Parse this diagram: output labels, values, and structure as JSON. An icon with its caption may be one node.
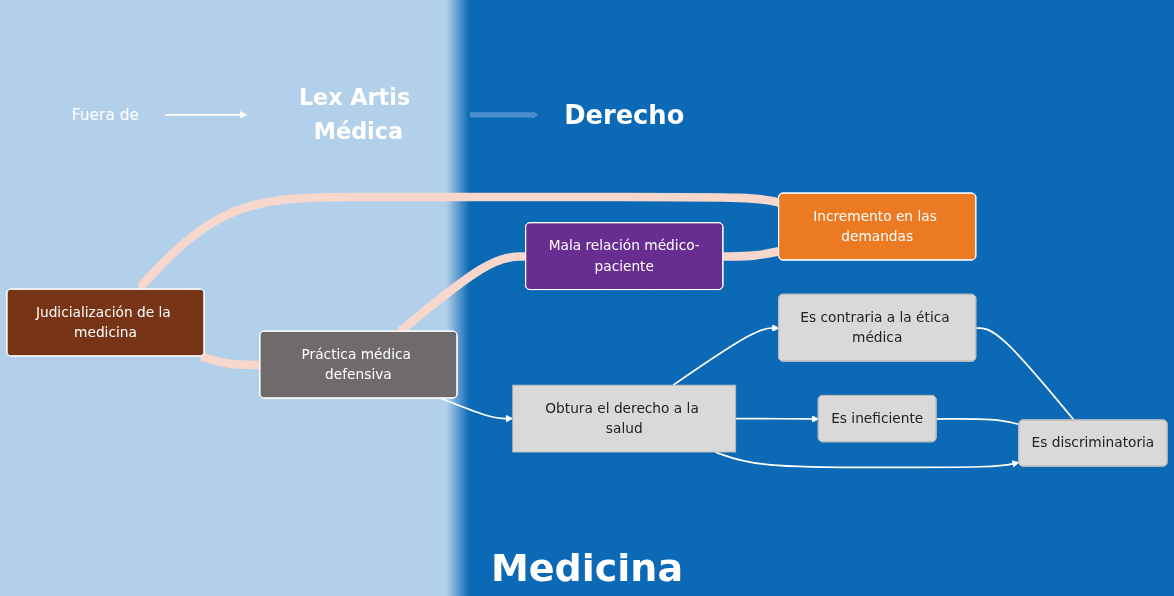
{
  "diagram": {
    "nodes": [
      {
        "text": [
          "Derecho"
        ]
      },
      {
        "text": [
          "Lex Artis Médica"
        ]
      },
      {
        "text": [
          "Judicialización de la medicina"
        ]
      },
      {
        "text": [
          "Incremento en las demandas"
        ]
      },
      {
        "text": [
          "Práctica médica defensiva"
        ]
      },
      {
        "text": [
          "Mala relación médico-paciente"
        ]
      },
      {
        "text": [
          "Obtura el derecho a la salud"
        ]
      },
      {
        "text": [
          "Es ineficiente"
        ]
      },
      {
        "text": [
          "Es discriminatoria"
        ]
      },
      {
        "text": [
          "Es contraria a la ética médica"
        ]
      },
      {
        "text": [
          "Fuera de"
        ]
      }
    ],
    "edges": [
      {
        "from": 1,
        "to": 0,
        "arrow": "to",
        "style": "thick",
        "color": "#4a8fd0"
      },
      {
        "from": 2,
        "to": 4,
        "arrow": "none",
        "style": "thick",
        "color": "#f7d6cb"
      },
      {
        "from": 4,
        "to": 5,
        "arrow": "none",
        "style": "thick",
        "color": "#f7d6cb"
      },
      {
        "from": 5,
        "to": 3,
        "arrow": "none",
        "style": "thick",
        "color": "#f7d6cb"
      },
      {
        "from": 3,
        "to": 2,
        "arrow": "to",
        "style": "thick",
        "color": "#f7d6cb"
      },
      {
        "from": 4,
        "to": 6,
        "arrow": "to"
      },
      {
        "from": 6,
        "to": 7,
        "arrow": "to"
      },
      {
        "from": 6,
        "to": 8,
        "arrow": "to"
      },
      {
        "from": 6,
        "to": 9,
        "arrow": "to"
      },
      {
        "from": 7,
        "to": 8,
        "arrow": "none"
      },
      {
        "from": 9,
        "to": 8,
        "arrow": "none"
      },
      {
        "from": 10,
        "to": 1,
        "arrow": "to"
      }
    ],
    "labels": [
      "Medicina"
    ]
  }
}
